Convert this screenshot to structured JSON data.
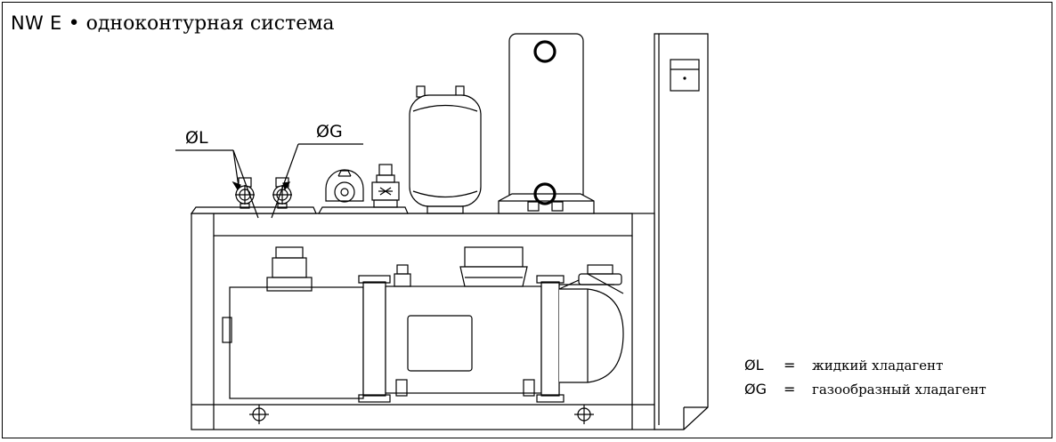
{
  "title": {
    "prefix": "NW E",
    "bullet": "•",
    "text": "одноконтурная система"
  },
  "labels": {
    "liquid_port": "ØL",
    "gas_port": "ØG"
  },
  "legend": [
    {
      "symbol": "ØL",
      "equals": "=",
      "description": "жидкий хладагент"
    },
    {
      "symbol": "ØG",
      "equals": "=",
      "description": "газообразный хладагент"
    }
  ]
}
